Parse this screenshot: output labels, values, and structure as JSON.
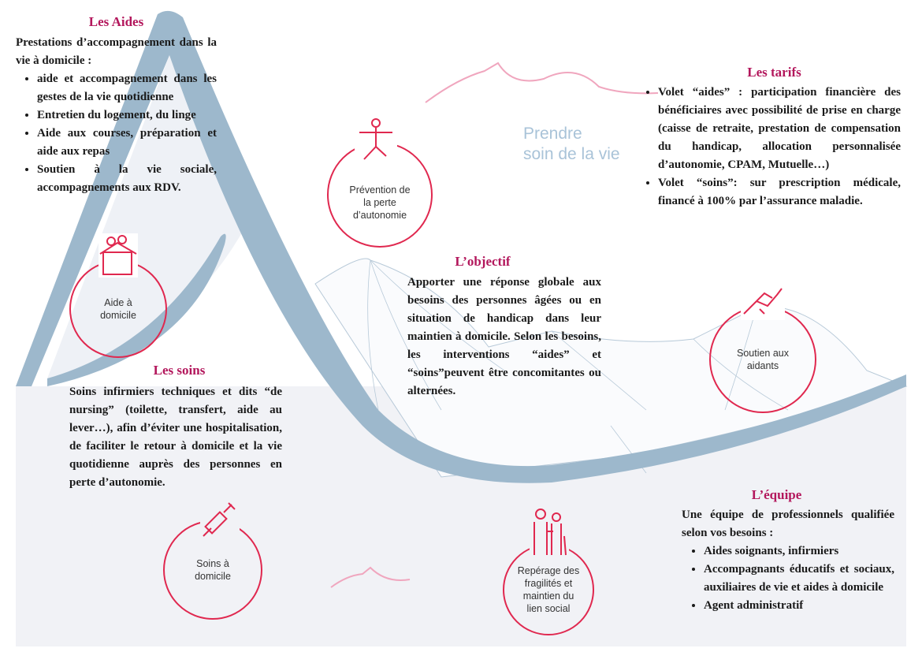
{
  "aides": {
    "title": "Les Aides",
    "intro": "Prestations d’accompagnement dans la vie à domicile :",
    "items": [
      "aide et accompagnement dans les gestes de la vie quotidienne",
      "Entretien du logement, du linge",
      "Aide aux courses, préparation et aide aux repas",
      "Soutien à la vie sociale, accompagnements aux RDV."
    ]
  },
  "soins": {
    "title": "Les soins",
    "text": "Soins infirmiers techniques et dits “de nursing” (toilette, transfert, aide au lever…), afin d’éviter une hospitalisation, de faciliter le retour à domicile et la vie quotidienne auprès des personnes en perte d’autonomie."
  },
  "objectif": {
    "title": "L’objectif",
    "text": "Apporter une réponse globale aux besoins des personnes âgées ou en situation de handicap dans leur maintien à domicile. Selon les besoins, les interventions “aides” et “soins”peuvent être concomitantes ou alternées."
  },
  "tarifs": {
    "title": "Les tarifs",
    "items": [
      "Volet “aides” : participation financière des bénéficiaires avec possibilité de prise en charge (caisse de retraite, prestation de compensation du handicap, allocation personnalisée d’autonomie, CPAM, Mutuelle…)",
      "Volet “soins”: sur prescription médicale, financé à 100% par l’assurance maladie."
    ]
  },
  "equipe": {
    "title": "L’équipe",
    "intro": "Une équipe de professionnels qualifiée selon vos besoins :",
    "items": [
      "Aides soignants, infirmiers",
      "Accompagnants éducatifs et sociaux, auxiliaires de vie et aides à domicile",
      "Agent administratif"
    ]
  },
  "tagline": {
    "line1": "Prendre",
    "line2": "soin de la vie"
  },
  "circles": {
    "aide_domicile": "Aide à domicile",
    "soins_domicile": "Soins à domicile",
    "prevention": "Prévention de la perte d’autonomie",
    "soutien": "Soutien aux aidants",
    "reperage": "Repérage des fragilités et maintien du lien social"
  },
  "colors": {
    "accent": "#b3175c",
    "circle": "#e0284f",
    "mountain": "#9db8cc",
    "panel": "#f1f2f6",
    "pink_line": "#f0a6be"
  }
}
